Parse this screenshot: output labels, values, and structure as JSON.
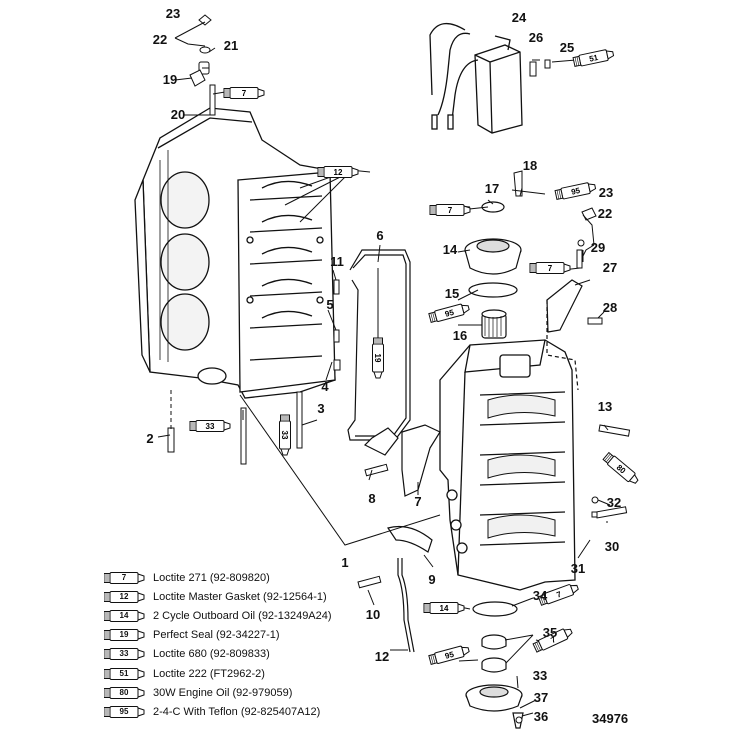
{
  "diagram": {
    "figure_number": "34976",
    "colors": {
      "line": "#111111",
      "fill": "#ffffff",
      "shade": "#cfcfcf"
    },
    "callouts": [
      {
        "id": "c1",
        "text": "1"
      },
      {
        "id": "c2",
        "text": "2"
      },
      {
        "id": "c3",
        "text": "3"
      },
      {
        "id": "c4",
        "text": "4"
      },
      {
        "id": "c5",
        "text": "5"
      },
      {
        "id": "c6",
        "text": "6"
      },
      {
        "id": "c7a",
        "text": "7"
      },
      {
        "id": "c8",
        "text": "8"
      },
      {
        "id": "c9",
        "text": "9"
      },
      {
        "id": "c10",
        "text": "10"
      },
      {
        "id": "c11",
        "text": "11"
      },
      {
        "id": "c12",
        "text": "12"
      },
      {
        "id": "c13",
        "text": "13"
      },
      {
        "id": "c14",
        "text": "14"
      },
      {
        "id": "c15",
        "text": "15"
      },
      {
        "id": "c16",
        "text": "16"
      },
      {
        "id": "c17",
        "text": "17"
      },
      {
        "id": "c18",
        "text": "18"
      },
      {
        "id": "c19",
        "text": "19"
      },
      {
        "id": "c20",
        "text": "20"
      },
      {
        "id": "c21",
        "text": "21"
      },
      {
        "id": "c22a",
        "text": "22"
      },
      {
        "id": "c23a",
        "text": "23"
      },
      {
        "id": "c24",
        "text": "24"
      },
      {
        "id": "c25",
        "text": "25"
      },
      {
        "id": "c26",
        "text": "26"
      },
      {
        "id": "c27",
        "text": "27"
      },
      {
        "id": "c28",
        "text": "28"
      },
      {
        "id": "c29",
        "text": "29"
      },
      {
        "id": "c30",
        "text": "30"
      },
      {
        "id": "c31",
        "text": "31"
      },
      {
        "id": "c32",
        "text": "32"
      },
      {
        "id": "c33",
        "text": "33"
      },
      {
        "id": "c34",
        "text": "34"
      },
      {
        "id": "c35",
        "text": "35"
      },
      {
        "id": "c36",
        "text": "36"
      },
      {
        "id": "c37",
        "text": "37"
      },
      {
        "id": "c7b",
        "text": "7"
      },
      {
        "id": "c22b",
        "text": "22"
      },
      {
        "id": "c23b",
        "text": "23"
      }
    ],
    "tube_tags": [
      {
        "id": "t7a",
        "text": "7"
      },
      {
        "id": "t12",
        "text": "12"
      },
      {
        "id": "t33a",
        "text": "33"
      },
      {
        "id": "t33b",
        "text": "33"
      },
      {
        "id": "t19",
        "text": "19"
      },
      {
        "id": "t51",
        "text": "51"
      },
      {
        "id": "t95a",
        "text": "95"
      },
      {
        "id": "t7b",
        "text": "7"
      },
      {
        "id": "t7c",
        "text": "7"
      },
      {
        "id": "t95b",
        "text": "95"
      },
      {
        "id": "t80",
        "text": "80"
      },
      {
        "id": "t14",
        "text": "14"
      },
      {
        "id": "t7d",
        "text": "7"
      },
      {
        "id": "t95c",
        "text": "95"
      },
      {
        "id": "t7e",
        "text": "7"
      }
    ],
    "legend": [
      {
        "code": "7",
        "label": "Loctite 271 (92-809820)"
      },
      {
        "code": "12",
        "label": "Loctite Master Gasket (92-12564-1)"
      },
      {
        "code": "14",
        "label": "2 Cycle Outboard Oil (92-13249A24)"
      },
      {
        "code": "19",
        "label": "Perfect Seal (92-34227-1)"
      },
      {
        "code": "33",
        "label": "Loctite 680 (92-809833)"
      },
      {
        "code": "51",
        "label": "Loctite 222 (FT2962-2)"
      },
      {
        "code": "80",
        "label": "30W Engine Oil (92-979059)"
      },
      {
        "code": "95",
        "label": "2-4-C With Teflon (92-825407A12)"
      }
    ]
  }
}
